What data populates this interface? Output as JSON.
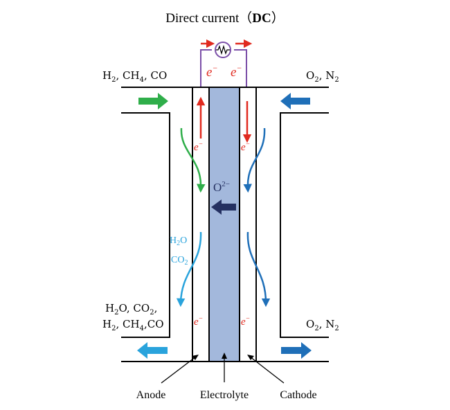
{
  "title": {
    "prefix": "Direct current（",
    "bold": "DC",
    "suffix": "）"
  },
  "gas_labels": {
    "anode_inlet": {
      "t1": "H",
      "s1": "2",
      "t2": ", CH",
      "s2": "4",
      "t3": ", CO"
    },
    "cathode_inlet": {
      "t1": "O",
      "s1": "2",
      "t2": ", N",
      "s2": "2"
    },
    "anode_outlet_line1": {
      "t1": "H",
      "s1": "2",
      "t2": "O, CO",
      "s2": "2",
      "t3": ","
    },
    "anode_outlet_line2": {
      "t1": "H",
      "s1": "2",
      "t2": ", CH",
      "s2": "4",
      "t3": ",CO"
    },
    "cathode_outlet": {
      "t1": "O",
      "s1": "2",
      "t2": ", N",
      "s2": "2"
    },
    "product_h2o": {
      "t1": "H",
      "s1": "2",
      "t2": "O"
    },
    "product_co2": {
      "t1": "CO",
      "s1": "2"
    }
  },
  "species": {
    "electron": "e",
    "electron_charge": "−",
    "oxide_ion": "O",
    "oxide_charge": "2−"
  },
  "components": {
    "anode": "Anode",
    "electrolyte": "Electrolyte",
    "cathode": "Cathode"
  },
  "colors": {
    "electron": "#e02a1f",
    "fuel_in": "#2fae4a",
    "oxidant": "#1f6fb8",
    "exhaust": "#29a3dc",
    "electrolyte": "#a3b8dc",
    "oxide_ion": "#243061",
    "circuit": "#7b4fa8"
  }
}
